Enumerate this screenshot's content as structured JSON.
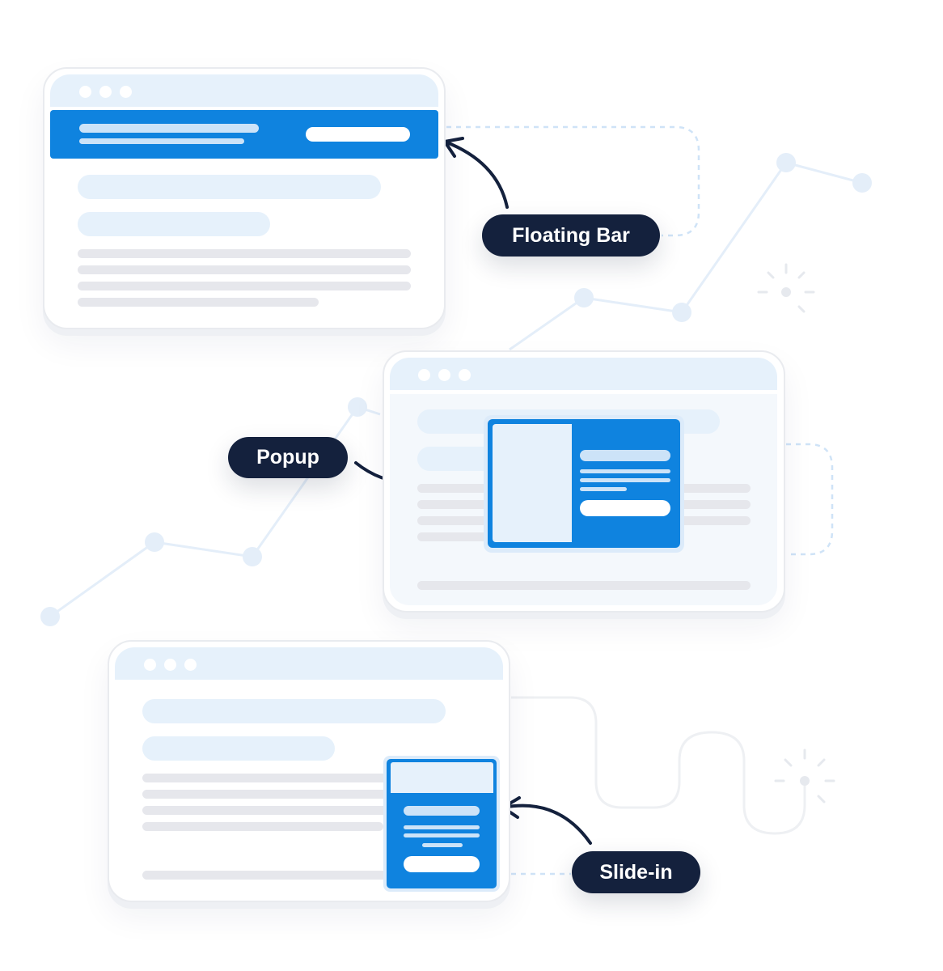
{
  "labels": {
    "floating_bar": "Floating Bar",
    "popup": "Popup",
    "slide_in": "Slide-in"
  },
  "colors": {
    "brand": "#0f83df",
    "navy": "#14213d",
    "light_blue": "#e6f1fb",
    "gray": "#e6e7ec"
  }
}
